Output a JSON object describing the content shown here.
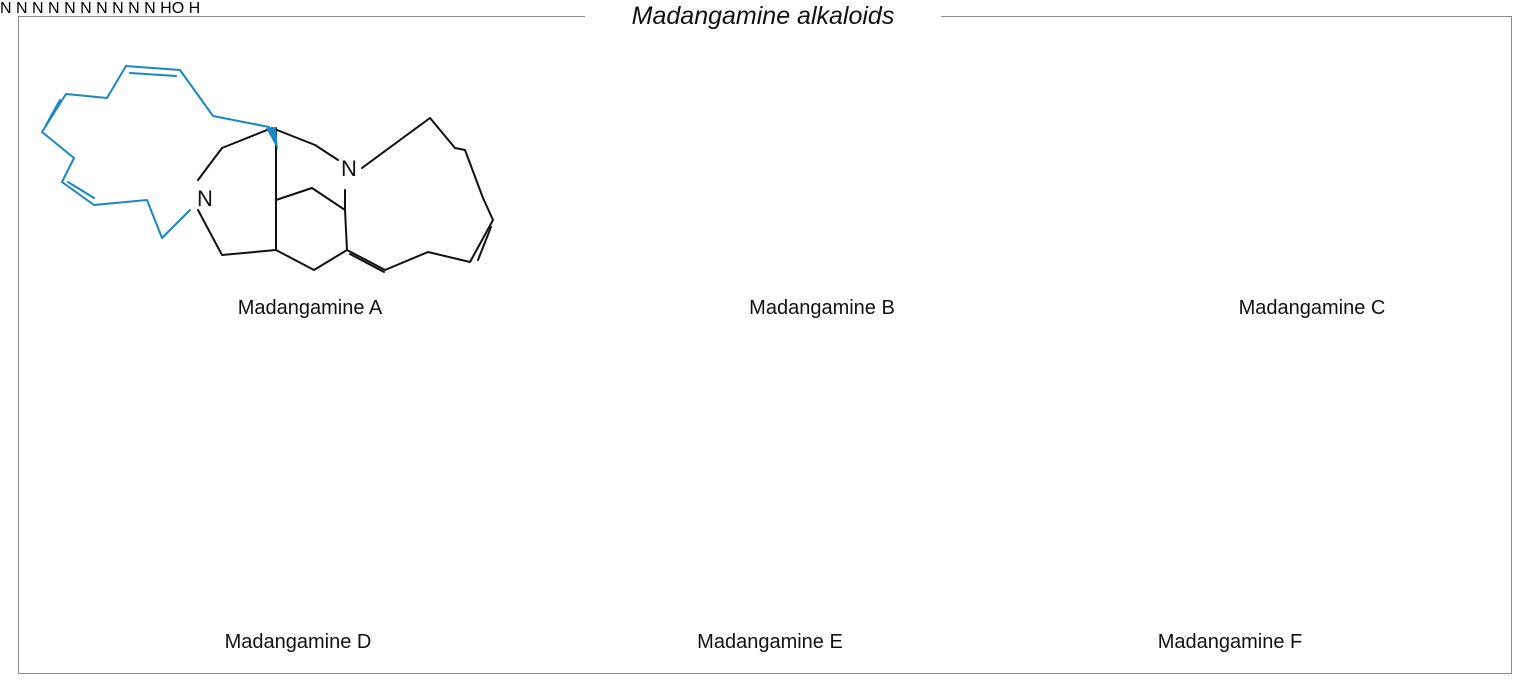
{
  "figure": {
    "title": "Madangamine alkaloids",
    "colors": {
      "bond": "#111111",
      "macrocycle": "#1a86c4",
      "polyene": "#ee7ac5",
      "frame": "#8c8c8c"
    },
    "compounds": [
      {
        "name": "Madangamine A",
        "n_label": "N"
      },
      {
        "name": "Madangamine B",
        "n_label": "N"
      },
      {
        "name": "Madangamine C",
        "n_label": "N"
      },
      {
        "name": "Madangamine D",
        "n_label": "N"
      },
      {
        "name": "Madangamine E",
        "n_label": "N"
      },
      {
        "name": "Madangamine F",
        "n_label": "N",
        "oh_label": "HO",
        "h_label": "H"
      }
    ]
  }
}
